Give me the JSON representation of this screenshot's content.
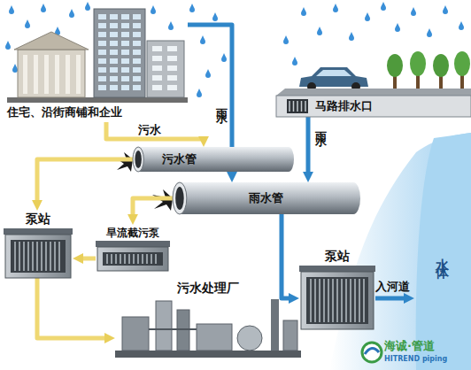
{
  "diagram": {
    "nodes": [
      {
        "text": [
          "住宅、沿街商铺和企业"
        ]
      },
      {
        "text": [
          "马路排水口"
        ]
      },
      {
        "text": [
          "污水管"
        ]
      },
      {
        "text": [
          "雨水管"
        ]
      },
      {
        "text": [
          "泵站"
        ]
      },
      {
        "text": [
          "旱流截污泵"
        ]
      },
      {
        "text": [
          "泵站"
        ]
      },
      {
        "text": [
          "污水处理厂"
        ]
      },
      {
        "text": [
          "水体"
        ]
      }
    ],
    "edges": [
      {
        "from": 0,
        "to": 2,
        "label": "污水",
        "arrow": "to"
      },
      {
        "from": 0,
        "to": 3,
        "label": "雨水",
        "arrow": "to"
      },
      {
        "from": 1,
        "to": 3,
        "label": "雨水",
        "arrow": "to"
      },
      {
        "from": 2,
        "to": 4,
        "arrow": "to"
      },
      {
        "from": 3,
        "to": 5,
        "arrow": "to"
      },
      {
        "from": 5,
        "to": 4,
        "arrow": "to"
      },
      {
        "from": 4,
        "to": 7,
        "arrow": "to"
      },
      {
        "from": 3,
        "to": 6,
        "arrow": "to"
      },
      {
        "from": 6,
        "to": 8,
        "label": "入河道",
        "arrow": "to"
      }
    ],
    "labels": [
      "海诚·管道",
      "HITREND piping"
    ]
  }
}
